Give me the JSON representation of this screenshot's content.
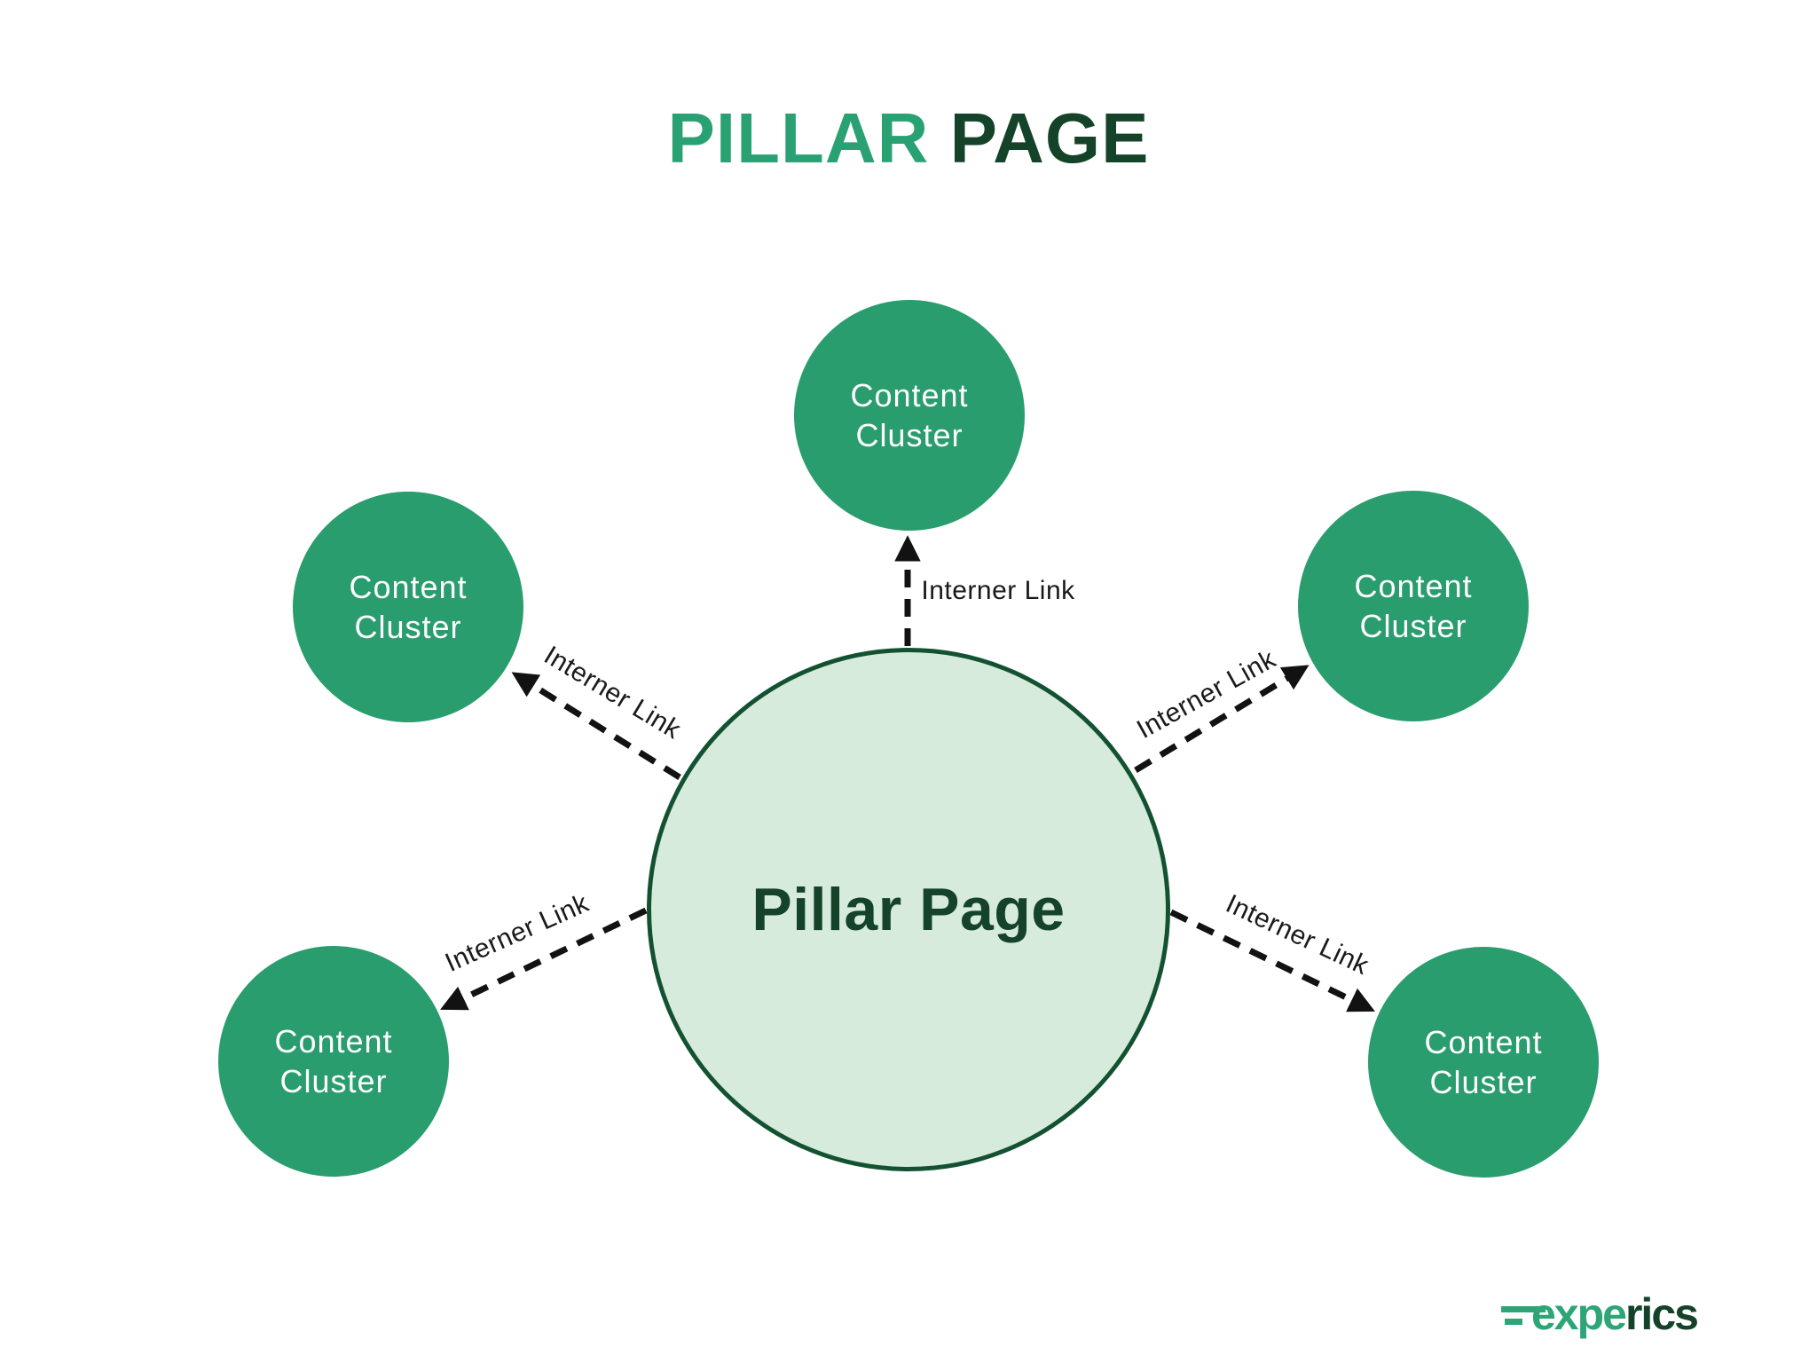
{
  "title": {
    "part1": "PILLAR",
    "part2": "PAGE"
  },
  "center": {
    "label": "Pillar Page"
  },
  "clusters": [
    {
      "id": "top",
      "line1": "Content",
      "line2": "Cluster"
    },
    {
      "id": "upper-left",
      "line1": "Content",
      "line2": "Cluster"
    },
    {
      "id": "upper-right",
      "line1": "Content",
      "line2": "Cluster"
    },
    {
      "id": "lower-left",
      "line1": "Content",
      "line2": "Cluster"
    },
    {
      "id": "lower-right",
      "line1": "Content",
      "line2": "Cluster"
    }
  ],
  "links": [
    {
      "id": "top",
      "label": "Interner Link"
    },
    {
      "id": "upper-left",
      "label": "Interner Link"
    },
    {
      "id": "upper-right",
      "label": "Interner Link"
    },
    {
      "id": "lower-left",
      "label": "Interner Link"
    },
    {
      "id": "lower-right",
      "label": "Interner Link"
    }
  ],
  "logo": {
    "part1": "expe",
    "part2": "rics"
  },
  "colors": {
    "cluster_green": "#2A9D6E",
    "title_green": "#2AA173",
    "dark_green": "#14432A",
    "center_fill": "#D7EBDC",
    "center_stroke": "#135231",
    "arrow_color": "#121212",
    "logo_green": "#2DA577"
  }
}
